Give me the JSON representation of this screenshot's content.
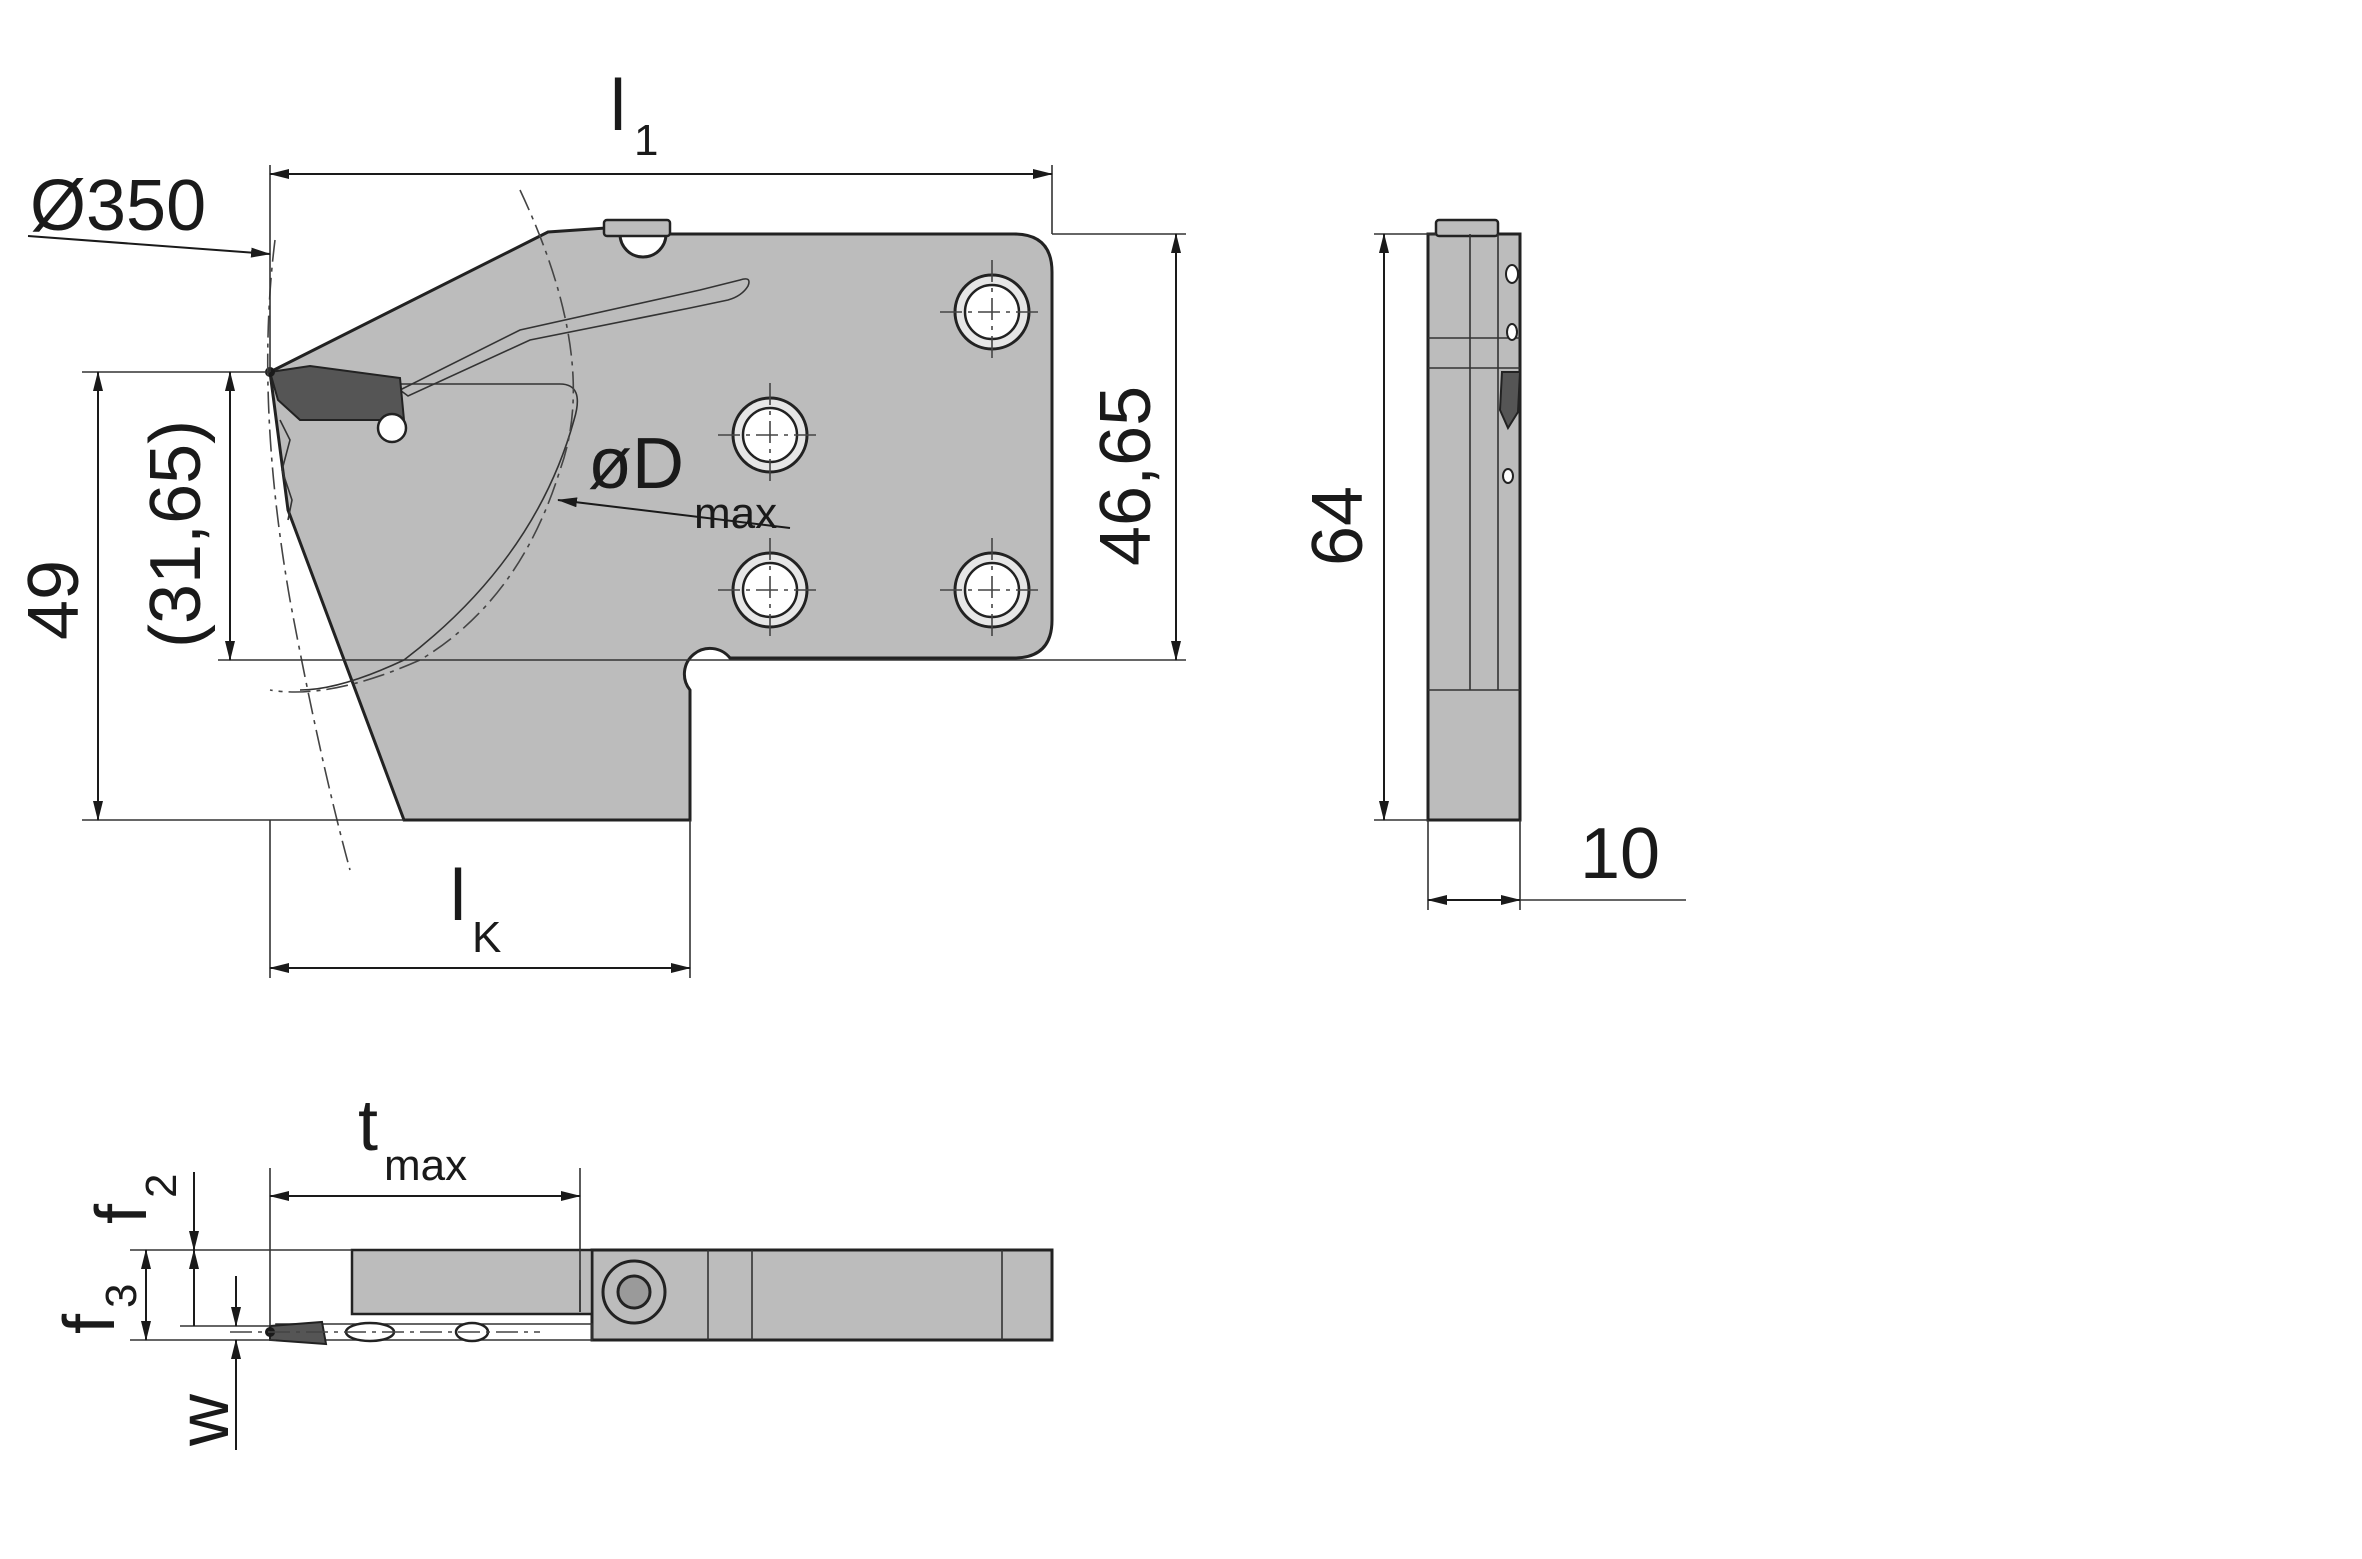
{
  "labels": {
    "l1": "l",
    "l1_sub": "1",
    "diameter": "Ø350",
    "dim_49": "49",
    "dim_3165": "(31,65)",
    "dmax": "øD",
    "dmax_sub": "max",
    "dim_4665": "46,65",
    "lk": "l",
    "lk_sub": "K",
    "dim_64": "64",
    "dim_10": "10",
    "tmax": "t",
    "tmax_sub": "max",
    "f2": "f",
    "f2_sub": "2",
    "f3": "f",
    "f3_sub": "3",
    "w": "w"
  }
}
